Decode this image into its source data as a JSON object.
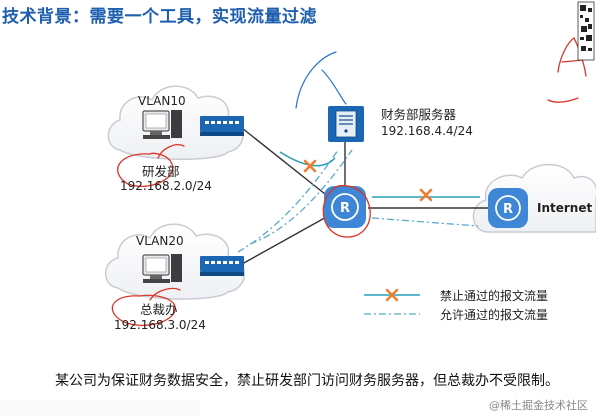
{
  "title": "技术背景：需要一个工具，实现流量过滤",
  "vlan10": {
    "name": "VLAN10",
    "dept": "研发部",
    "subnet": "192.168.2.0/24"
  },
  "vlan20": {
    "name": "VLAN20",
    "dept": "总裁办",
    "subnet": "192.168.3.0/24"
  },
  "server": {
    "name": "财务部服务器",
    "ip": "192.168.4.4/24"
  },
  "internet": {
    "label": "Internet"
  },
  "router_glyph": "R",
  "legend": {
    "blocked": "禁止通过的报文流量",
    "allowed": "允许通过的报文流量"
  },
  "caption": "某公司为保证财务数据安全，禁止研发部门访问财务服务器，但总裁办不受限制。",
  "watermark": "@稀土掘金技术社区",
  "colors": {
    "title": "#1f5fb0",
    "device_blue": "#1b67b3",
    "router_blue": "#3e86d6",
    "blocked_line": "#2a9fb8",
    "allowed_line": "#5aa9cc",
    "cross": "#f07d2e",
    "annotation_red": "#d9352a"
  }
}
